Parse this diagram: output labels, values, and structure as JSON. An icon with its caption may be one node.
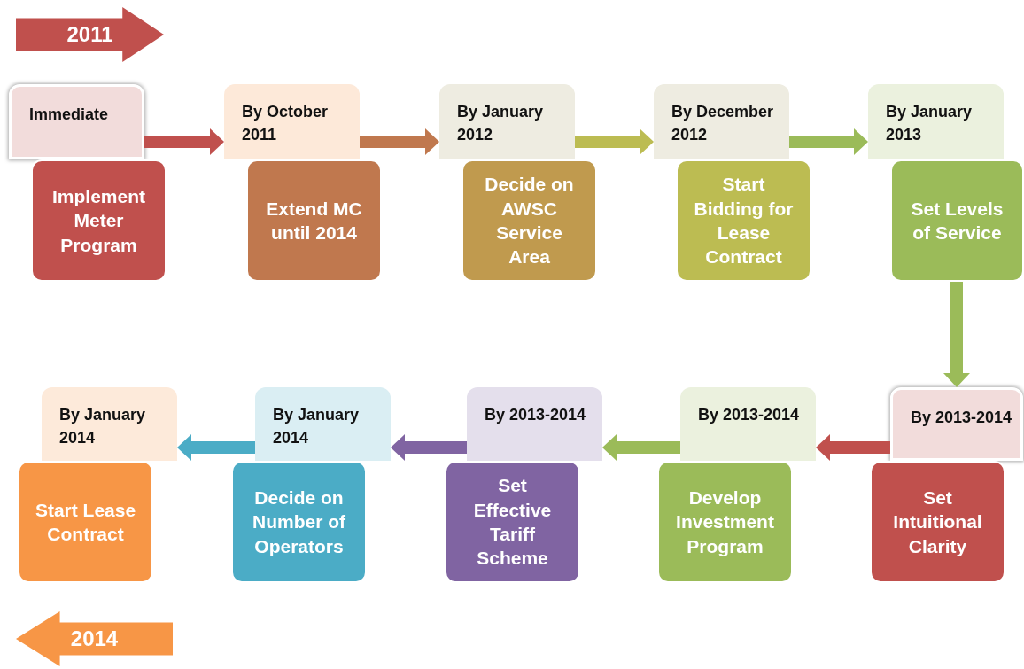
{
  "diagram": {
    "nodes": [
      {
        "text": [
          "2011"
        ]
      },
      {
        "text": [
          "Immediate"
        ]
      },
      {
        "text": [
          "Implement Meter Program"
        ]
      },
      {
        "text": [
          "By October 2011"
        ]
      },
      {
        "text": [
          "Extend MC until 2014"
        ]
      },
      {
        "text": [
          "By January 2012"
        ]
      },
      {
        "text": [
          "Decide on AWSC Service Area"
        ]
      },
      {
        "text": [
          "By December 2012"
        ]
      },
      {
        "text": [
          "Start Bidding for Lease Contract"
        ]
      },
      {
        "text": [
          "By January 2013"
        ]
      },
      {
        "text": [
          "Set Levels of Service"
        ]
      },
      {
        "text": [
          "By 2013-2014"
        ]
      },
      {
        "text": [
          "Set Intuitional Clarity"
        ]
      },
      {
        "text": [
          "By 2013-2014"
        ]
      },
      {
        "text": [
          "Develop Investment Program"
        ]
      },
      {
        "text": [
          "By 2013-2014"
        ]
      },
      {
        "text": [
          "Set Effective Tariff Scheme"
        ]
      },
      {
        "text": [
          "By January 2014"
        ]
      },
      {
        "text": [
          "Decide on Number of Operators"
        ]
      },
      {
        "text": [
          "By January 2014"
        ]
      },
      {
        "text": [
          "Start Lease Contract"
        ]
      },
      {
        "text": [
          "2014"
        ]
      }
    ],
    "edges": [
      {
        "from": 1,
        "to": 3,
        "arrow": "to",
        "color": "#c0504d"
      },
      {
        "from": 3,
        "to": 5,
        "arrow": "to",
        "color": "#c0784e"
      },
      {
        "from": 5,
        "to": 7,
        "arrow": "to",
        "color": "#bcbc52"
      },
      {
        "from": 7,
        "to": 9,
        "arrow": "to"
      },
      {
        "from": 10,
        "to": 11,
        "arrow": "to"
      },
      {
        "from": 11,
        "to": 13,
        "arrow": "to",
        "color": "#c0504d"
      },
      {
        "from": 13,
        "to": 15,
        "arrow": "to"
      },
      {
        "from": 15,
        "to": 17,
        "arrow": "to",
        "color": "#8064a2"
      },
      {
        "from": 17,
        "to": 19,
        "arrow": "to",
        "color": "#4bacc6"
      }
    ]
  }
}
